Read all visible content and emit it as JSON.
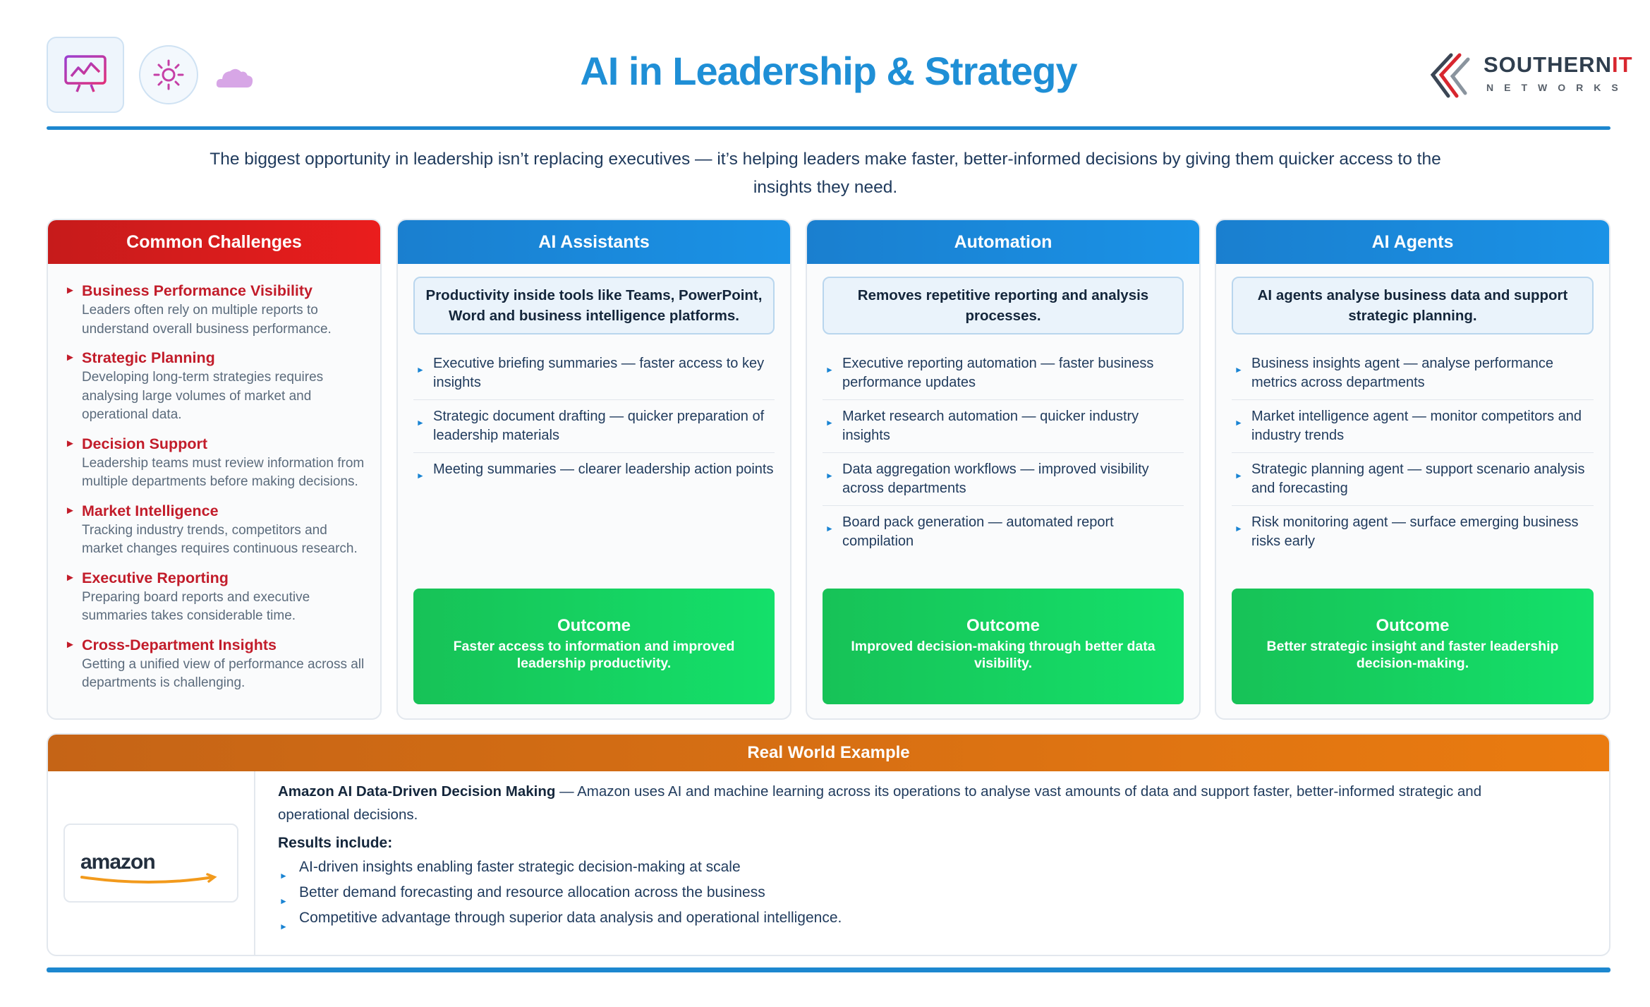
{
  "header": {
    "title": "AI in Leadership & Strategy",
    "icons": [
      "dashboard-chart-icon",
      "sun-settings-icon",
      "cloud-icon"
    ],
    "logo": {
      "main_a": "SOUTHERN",
      "main_b": "IT",
      "sub": "NETWORKS"
    }
  },
  "intro": "The biggest opportunity in leadership isn’t replacing executives — it’s helping leaders make faster, better-informed decisions by giving them quicker access to the insights they need.",
  "colors": {
    "accent_blue": "#1d87cf",
    "challenge_red": "#c21c2a",
    "outcome_green": "#17c257",
    "example_orange": "#ea7b10"
  },
  "challenges": {
    "title": "Common Challenges",
    "items": [
      {
        "title": "Business Performance Visibility",
        "desc": "Leaders often rely on multiple reports to understand overall business performance."
      },
      {
        "title": "Strategic Planning",
        "desc": "Developing long-term strategies requires analysing large volumes of market and operational data."
      },
      {
        "title": "Decision Support",
        "desc": "Leadership teams must review information from multiple departments before making decisions."
      },
      {
        "title": "Market Intelligence",
        "desc": "Tracking industry trends, competitors and market changes requires continuous research."
      },
      {
        "title": "Executive Reporting",
        "desc": "Preparing board reports and executive summaries takes considerable time."
      },
      {
        "title": "Cross-Department Insights",
        "desc": "Getting a unified view of performance across all departments is challenging."
      }
    ]
  },
  "columns": [
    {
      "title": "AI Assistants",
      "summary": "Productivity inside tools like Teams, PowerPoint, Word and business intelligence platforms.",
      "items": [
        "Executive briefing summaries — faster access to key insights",
        "Strategic document drafting — quicker preparation of leadership materials",
        "Meeting summaries — clearer leadership action points"
      ],
      "outcome_label": "Outcome",
      "outcome_text": "Faster access to information and improved leadership productivity."
    },
    {
      "title": "Automation",
      "summary": "Removes repetitive reporting and analysis processes.",
      "items": [
        "Executive reporting automation — faster business performance updates",
        "Market research automation — quicker industry insights",
        "Data aggregation workflows — improved visibility across departments",
        "Board pack generation — automated report compilation"
      ],
      "outcome_label": "Outcome",
      "outcome_text": "Improved decision-making through better data visibility."
    },
    {
      "title": "AI Agents",
      "summary": "AI agents analyse business data and support strategic planning.",
      "items": [
        "Business insights agent — analyse performance metrics across departments",
        "Market intelligence agent — monitor competitors and industry trends",
        "Strategic planning agent — support scenario analysis and forecasting",
        "Risk monitoring agent — surface emerging business risks early"
      ],
      "outcome_label": "Outcome",
      "outcome_text": "Better strategic insight and faster leadership decision-making."
    }
  ],
  "example": {
    "title": "Real World Example",
    "logo_text": "amazon",
    "lead_bold": "Amazon AI Data-Driven Decision Making",
    "lead_text": " — Amazon uses AI and machine learning across its operations to analyse vast amounts of data and support faster, better-informed strategic and operational decisions.",
    "results_label": "Results include:",
    "results": [
      "AI-driven insights enabling faster strategic decision-making at scale",
      "Better demand forecasting and resource allocation across the business",
      "Competitive advantage through superior data analysis and operational intelligence."
    ]
  }
}
